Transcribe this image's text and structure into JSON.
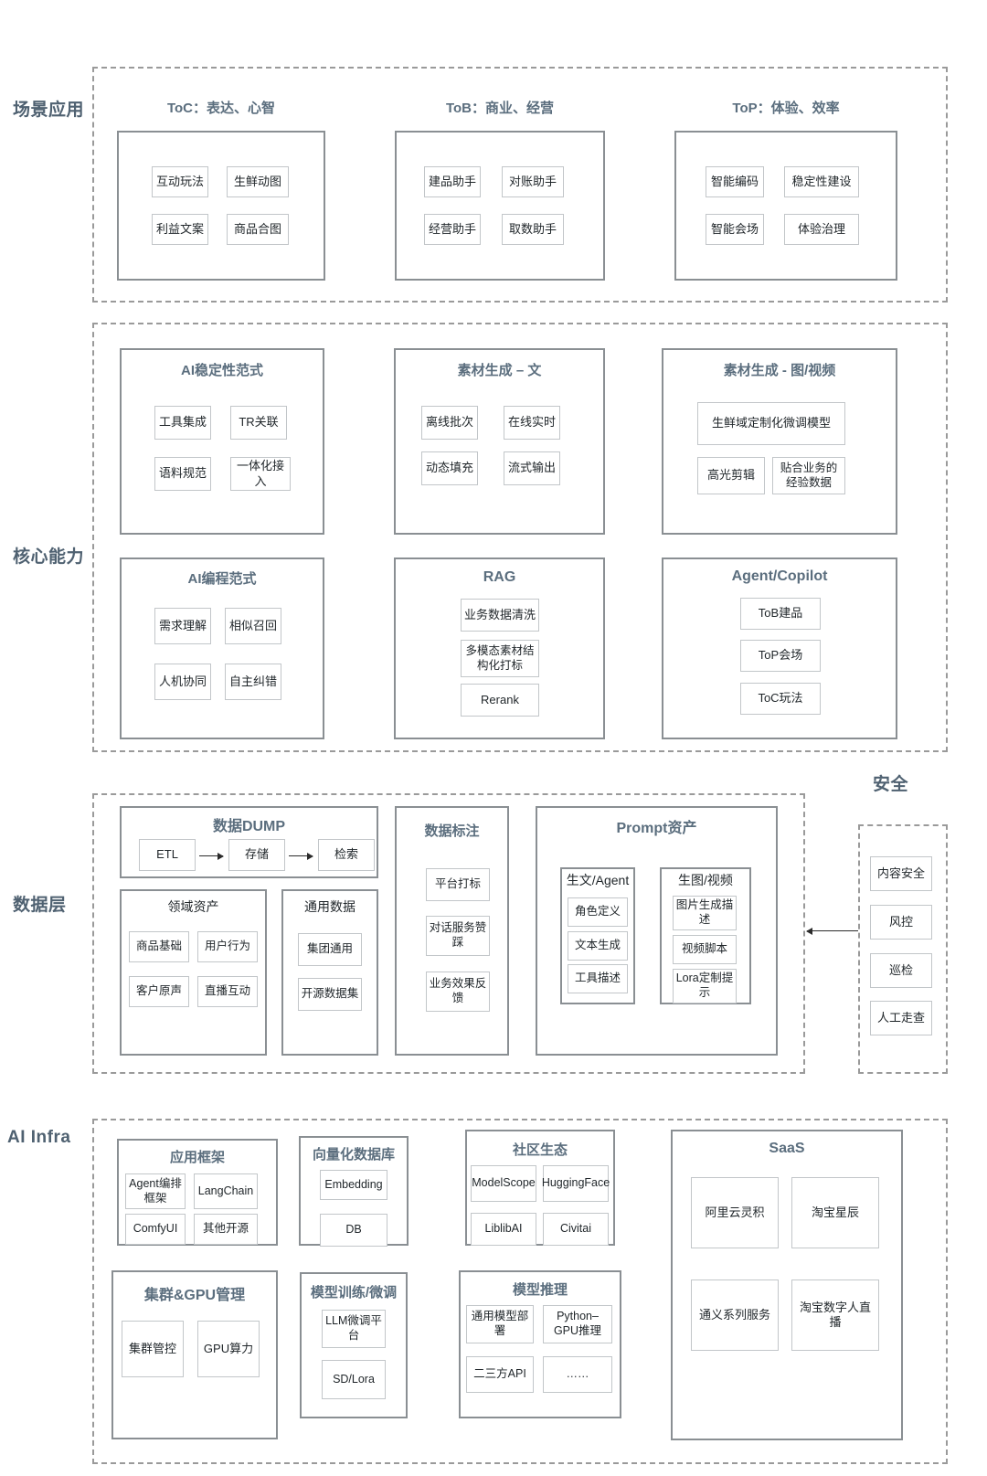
{
  "diagram": {
    "title_note": "AI capability architecture layered diagram",
    "accent_color": "#5b6e7e",
    "label_color": "#4f6171",
    "border_color": "#8a8f93",
    "chip_border_color": "#c2c6c9",
    "dashed_color": "#9a9a9a"
  },
  "rows": {
    "scene": {
      "label": "场景应用"
    },
    "core": {
      "label": "核心能力"
    },
    "data": {
      "label": "数据层"
    },
    "infra": {
      "label": "AI Infra"
    },
    "security": {
      "label": "安全"
    }
  },
  "scene_groups": [
    {
      "title": "ToC：表达、心智",
      "chips": [
        "互动玩法",
        "生鲜动图",
        "利益文案",
        "商品合图"
      ]
    },
    {
      "title": "ToB：商业、经营",
      "chips": [
        "建品助手",
        "对账助手",
        "经营助手",
        "取数助手"
      ]
    },
    {
      "title": "ToP：体验、效率",
      "chips": [
        "智能编码",
        "稳定性建设",
        "智能会场",
        "体验治理"
      ]
    }
  ],
  "core_groups_row1": [
    {
      "title": "AI稳定性范式",
      "chips": [
        "工具集成",
        "TR关联",
        "语料规范",
        "一体化接入"
      ]
    },
    {
      "title": "素材生成 – 文",
      "chips": [
        "离线批次",
        "在线实时",
        "动态填充",
        "流式输出"
      ]
    },
    {
      "title": "素材生成 - 图/视频",
      "wide_chip": "生鲜域定制化微调模型",
      "chips": [
        "高光剪辑",
        "贴合业务的经验数据"
      ]
    }
  ],
  "core_groups_row2": [
    {
      "title": "AI编程范式",
      "chips": [
        "需求理解",
        "相似召回",
        "人机协同",
        "自主纠错"
      ]
    },
    {
      "title": "RAG",
      "chips": [
        "业务数据清洗",
        "多模态素材结构化打标",
        "Rerank"
      ]
    },
    {
      "title": "Agent/Copilot",
      "chips": [
        "ToB建品",
        "ToP会场",
        "ToC玩法"
      ]
    }
  ],
  "data_layer": {
    "dump": {
      "title": "数据DUMP",
      "steps": [
        "ETL",
        "存储",
        "检索"
      ]
    },
    "domain_assets": {
      "title": "领域资产",
      "chips": [
        "商品基础",
        "用户行为",
        "客户原声",
        "直播互动"
      ]
    },
    "common_data": {
      "title": "通用数据",
      "chips": [
        "集团通用",
        "开源数据集"
      ]
    },
    "annotation": {
      "title": "数据标注",
      "chips": [
        "平台打标",
        "对话服务赞踩",
        "业务效果反馈"
      ]
    },
    "prompt_assets": {
      "title": "Prompt资产",
      "sub": [
        {
          "title": "生文/Agent",
          "chips": [
            "角色定义",
            "文本生成",
            "工具描述"
          ]
        },
        {
          "title": "生图/视频",
          "chips": [
            "图片生成描述",
            "视频脚本",
            "Lora定制提示"
          ]
        }
      ]
    }
  },
  "security": {
    "title": "安全",
    "chips": [
      "内容安全",
      "风控",
      "巡检",
      "人工走查"
    ]
  },
  "infra_row1": [
    {
      "title": "应用框架",
      "chips": [
        "Agent编排框架",
        "LangChain",
        "ComfyUI",
        "其他开源"
      ]
    },
    {
      "title": "向量化数据库",
      "chips": [
        "Embedding",
        "DB"
      ]
    },
    {
      "title": "社区生态",
      "chips": [
        "ModelScope",
        "HuggingFace",
        "LiblibAI",
        "Civitai"
      ]
    }
  ],
  "infra_row2": [
    {
      "title": "集群&GPU管理",
      "chips": [
        "集群管控",
        "GPU算力"
      ]
    },
    {
      "title": "模型训练/微调",
      "chips": [
        "LLM微调平台",
        "SD/Lora"
      ]
    },
    {
      "title": "模型推理",
      "chips": [
        "通用模型部署",
        "Python–GPU推理",
        "二三方API",
        "……"
      ]
    }
  ],
  "saas": {
    "title": "SaaS",
    "chips": [
      "阿里云灵积",
      "淘宝星辰",
      "通义系列服务",
      "淘宝数字人直播"
    ]
  }
}
